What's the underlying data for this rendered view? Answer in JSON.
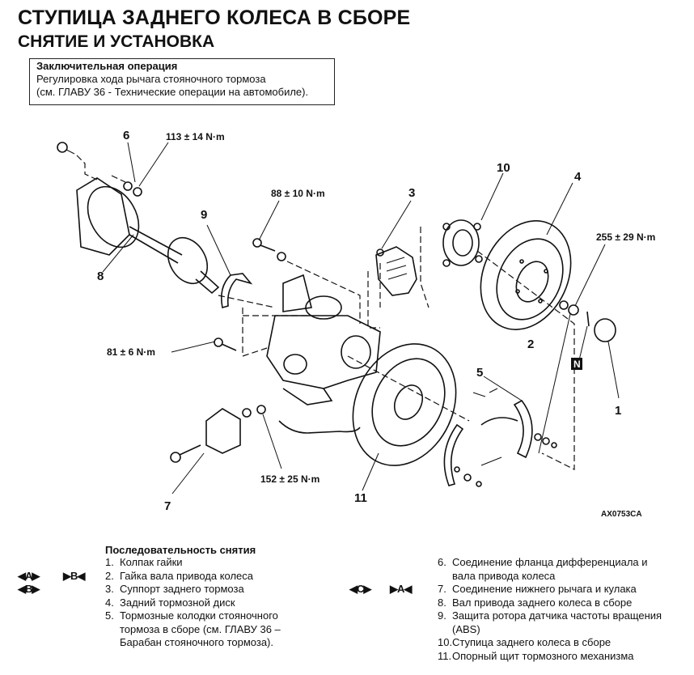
{
  "header": {
    "title": "СТУПИЦА ЗАДНЕГО КОЛЕСА В СБОРЕ",
    "subtitle": "СНЯТИЕ И УСТАНОВКА"
  },
  "note": {
    "heading": "Заключительная операция",
    "line1": "Регулировка хода рычага стояночного тормоза",
    "line2": "(см. ГЛАВУ 36 - Технические операции на автомобиле)."
  },
  "diagram": {
    "code": "AX0753CA",
    "torques": {
      "t113": "113 ± 14 N·m",
      "t88": "88 ± 10 N·m",
      "t255": "255 ± 29 N·m",
      "t81": "81 ± 6 N·m",
      "t152": "152 ± 25 N·m"
    },
    "callouts": [
      "1",
      "2",
      "3",
      "4",
      "5",
      "6",
      "7",
      "8",
      "9",
      "10",
      "11"
    ],
    "new_part_mark": "N"
  },
  "sequence": {
    "title": "Последовательность снятия",
    "marks": {
      "m1": "◀A▶",
      "m2": "▶B◀",
      "m3": "◀B▶",
      "m4": "◀C▶",
      "m5": "▶A◀"
    },
    "items": [
      {
        "n": "1.",
        "text": "Колпак гайки"
      },
      {
        "n": "2.",
        "text": "Гайка вала привода колеса"
      },
      {
        "n": "3.",
        "text": "Суппорт заднего тормоза"
      },
      {
        "n": "4.",
        "text": "Задний тормозной диск"
      },
      {
        "n": "5.",
        "text": "Тормозные колодки стояночного",
        "cont1": "тормоза в сборе (см. ГЛАВУ 36 –",
        "cont2": "Барабан стояночного тормоза)."
      },
      {
        "n": "6.",
        "text": "Соединение фланца дифференциала и",
        "cont1": "вала привода колеса"
      },
      {
        "n": "7.",
        "text": "Соединение нижнего рычага и кулака"
      },
      {
        "n": "8.",
        "text": "Вал привода заднего колеса в сборе"
      },
      {
        "n": "9.",
        "text": "Защита ротора датчика частоты вращения",
        "cont1": "(ABS)"
      },
      {
        "n": "10.",
        "text": "Ступица заднего колеса в сборе"
      },
      {
        "n": "11.",
        "text": "Опорный щит тормозного механизма"
      }
    ]
  }
}
